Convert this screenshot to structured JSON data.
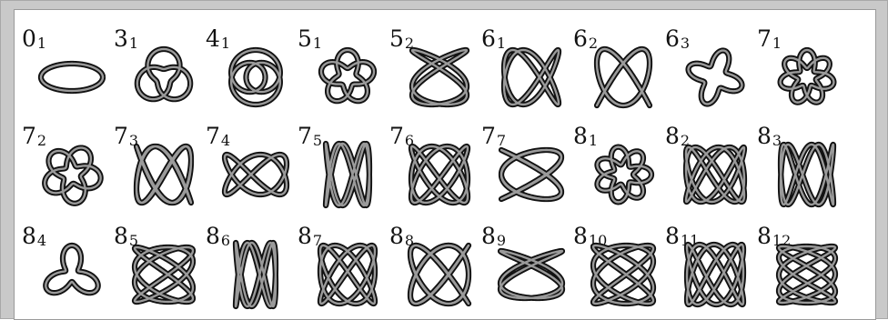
{
  "knots": [
    {
      "crossings": "0",
      "index": "1",
      "icon": "unknot-icon"
    },
    {
      "crossings": "3",
      "index": "1",
      "icon": "trefoil-knot-icon"
    },
    {
      "crossings": "4",
      "index": "1",
      "icon": "figure-eight-knot-icon"
    },
    {
      "crossings": "5",
      "index": "1",
      "icon": "knot-5-1-icon"
    },
    {
      "crossings": "5",
      "index": "2",
      "icon": "knot-5-2-icon"
    },
    {
      "crossings": "6",
      "index": "1",
      "icon": "knot-6-1-icon"
    },
    {
      "crossings": "6",
      "index": "2",
      "icon": "knot-6-2-icon"
    },
    {
      "crossings": "6",
      "index": "3",
      "icon": "knot-6-3-icon"
    },
    {
      "crossings": "7",
      "index": "1",
      "icon": "knot-7-1-icon"
    },
    {
      "crossings": "7",
      "index": "2",
      "icon": "knot-7-2-icon"
    },
    {
      "crossings": "7",
      "index": "3",
      "icon": "knot-7-3-icon"
    },
    {
      "crossings": "7",
      "index": "4",
      "icon": "knot-7-4-icon"
    },
    {
      "crossings": "7",
      "index": "5",
      "icon": "knot-7-5-icon"
    },
    {
      "crossings": "7",
      "index": "6",
      "icon": "knot-7-6-icon"
    },
    {
      "crossings": "7",
      "index": "7",
      "icon": "knot-7-7-icon"
    },
    {
      "crossings": "8",
      "index": "1",
      "icon": "knot-8-1-icon"
    },
    {
      "crossings": "8",
      "index": "2",
      "icon": "knot-8-2-icon"
    },
    {
      "crossings": "8",
      "index": "3",
      "icon": "knot-8-3-icon"
    },
    {
      "crossings": "8",
      "index": "4",
      "icon": "knot-8-4-icon"
    },
    {
      "crossings": "8",
      "index": "5",
      "icon": "knot-8-5-icon"
    },
    {
      "crossings": "8",
      "index": "6",
      "icon": "knot-8-6-icon"
    },
    {
      "crossings": "8",
      "index": "7",
      "icon": "knot-8-7-icon"
    },
    {
      "crossings": "8",
      "index": "8",
      "icon": "knot-8-8-icon"
    },
    {
      "crossings": "8",
      "index": "9",
      "icon": "knot-8-9-icon"
    },
    {
      "crossings": "8",
      "index": "10",
      "icon": "knot-8-10-icon"
    },
    {
      "crossings": "8",
      "index": "11",
      "icon": "knot-8-11-icon"
    },
    {
      "crossings": "8",
      "index": "12",
      "icon": "knot-8-12-icon"
    }
  ],
  "colors": {
    "frame": "#c9c9c9",
    "panel": "#ffffff",
    "strand_outline": "#111111",
    "strand_fill": "#9a9a9a"
  }
}
